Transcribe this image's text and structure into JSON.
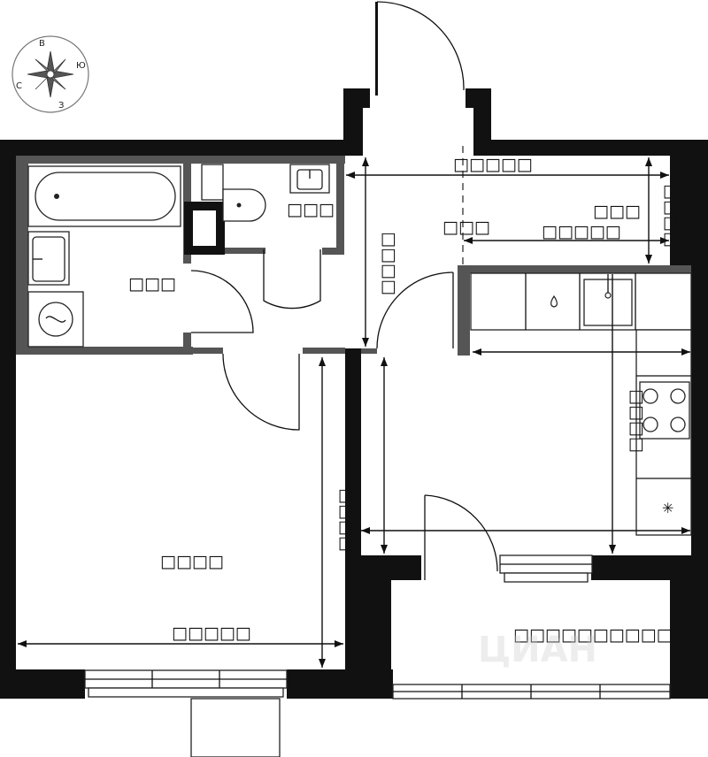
{
  "compass": {
    "north": "В",
    "east": "Ю",
    "south": "З",
    "west": "С"
  },
  "rooms": {
    "bathroom": "□□□",
    "toilet": "□□□",
    "hallway": "□□□",
    "living_room": "□□□□",
    "wardrobe": "□□□",
    "loggia": "□□□□□□□□□□"
  },
  "dimensions": {
    "hall_width": "□□□□□",
    "hall_height": "□□□□",
    "wardrobe_width": "□□□□□",
    "wardrobe_height": "□□□□",
    "kitchen_height": "□□□□",
    "room_height": "□□□□",
    "room_width": "□□□□□"
  },
  "watermark": "ЦИАН",
  "colors": {
    "wall": "#111111",
    "partition": "#555555"
  }
}
